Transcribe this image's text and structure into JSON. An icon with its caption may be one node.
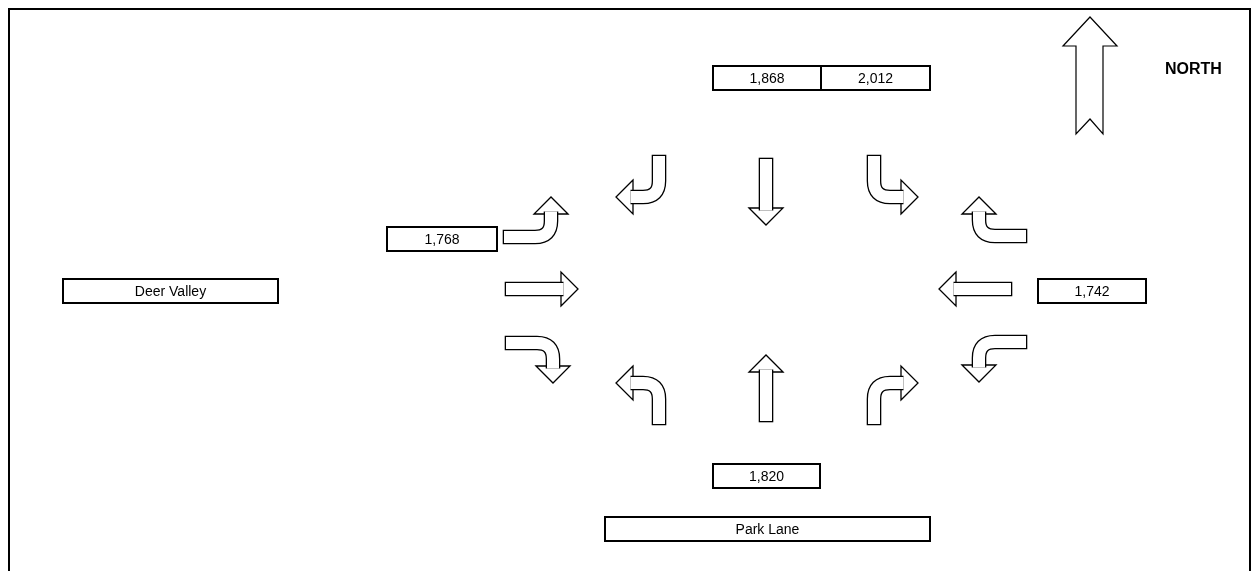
{
  "diagram": {
    "nodes": [
      {
        "text": [
          "1,868"
        ]
      },
      {
        "text": [
          "2,012"
        ]
      },
      {
        "text": [
          "1,768"
        ]
      },
      {
        "text": [
          "Deer Valley"
        ]
      },
      {
        "text": [
          "1,742"
        ]
      },
      {
        "text": [
          "1,820"
        ]
      },
      {
        "text": [
          "Park Lane"
        ]
      }
    ],
    "labels": [
      "NORTH"
    ]
  }
}
